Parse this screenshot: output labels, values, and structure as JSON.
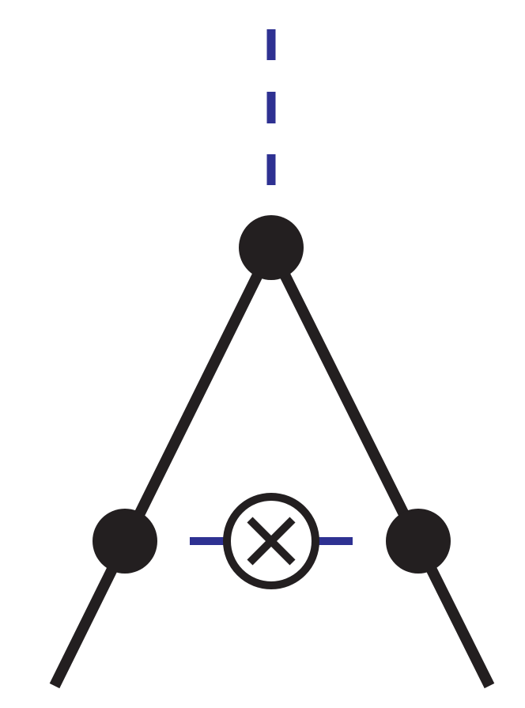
{
  "diagram": {
    "colors": {
      "line": "#231f20",
      "dashed": "#2e3192",
      "background": "#ffffff"
    },
    "elements": [
      {
        "name": "external-scalar-line-dashed",
        "kind": "dashed-line"
      },
      {
        "name": "top-vertex",
        "kind": "vertex"
      },
      {
        "name": "left-vertex",
        "kind": "vertex"
      },
      {
        "name": "right-vertex",
        "kind": "vertex"
      },
      {
        "name": "mass-insertion-cross-icon",
        "kind": "crossed-circle"
      }
    ]
  }
}
